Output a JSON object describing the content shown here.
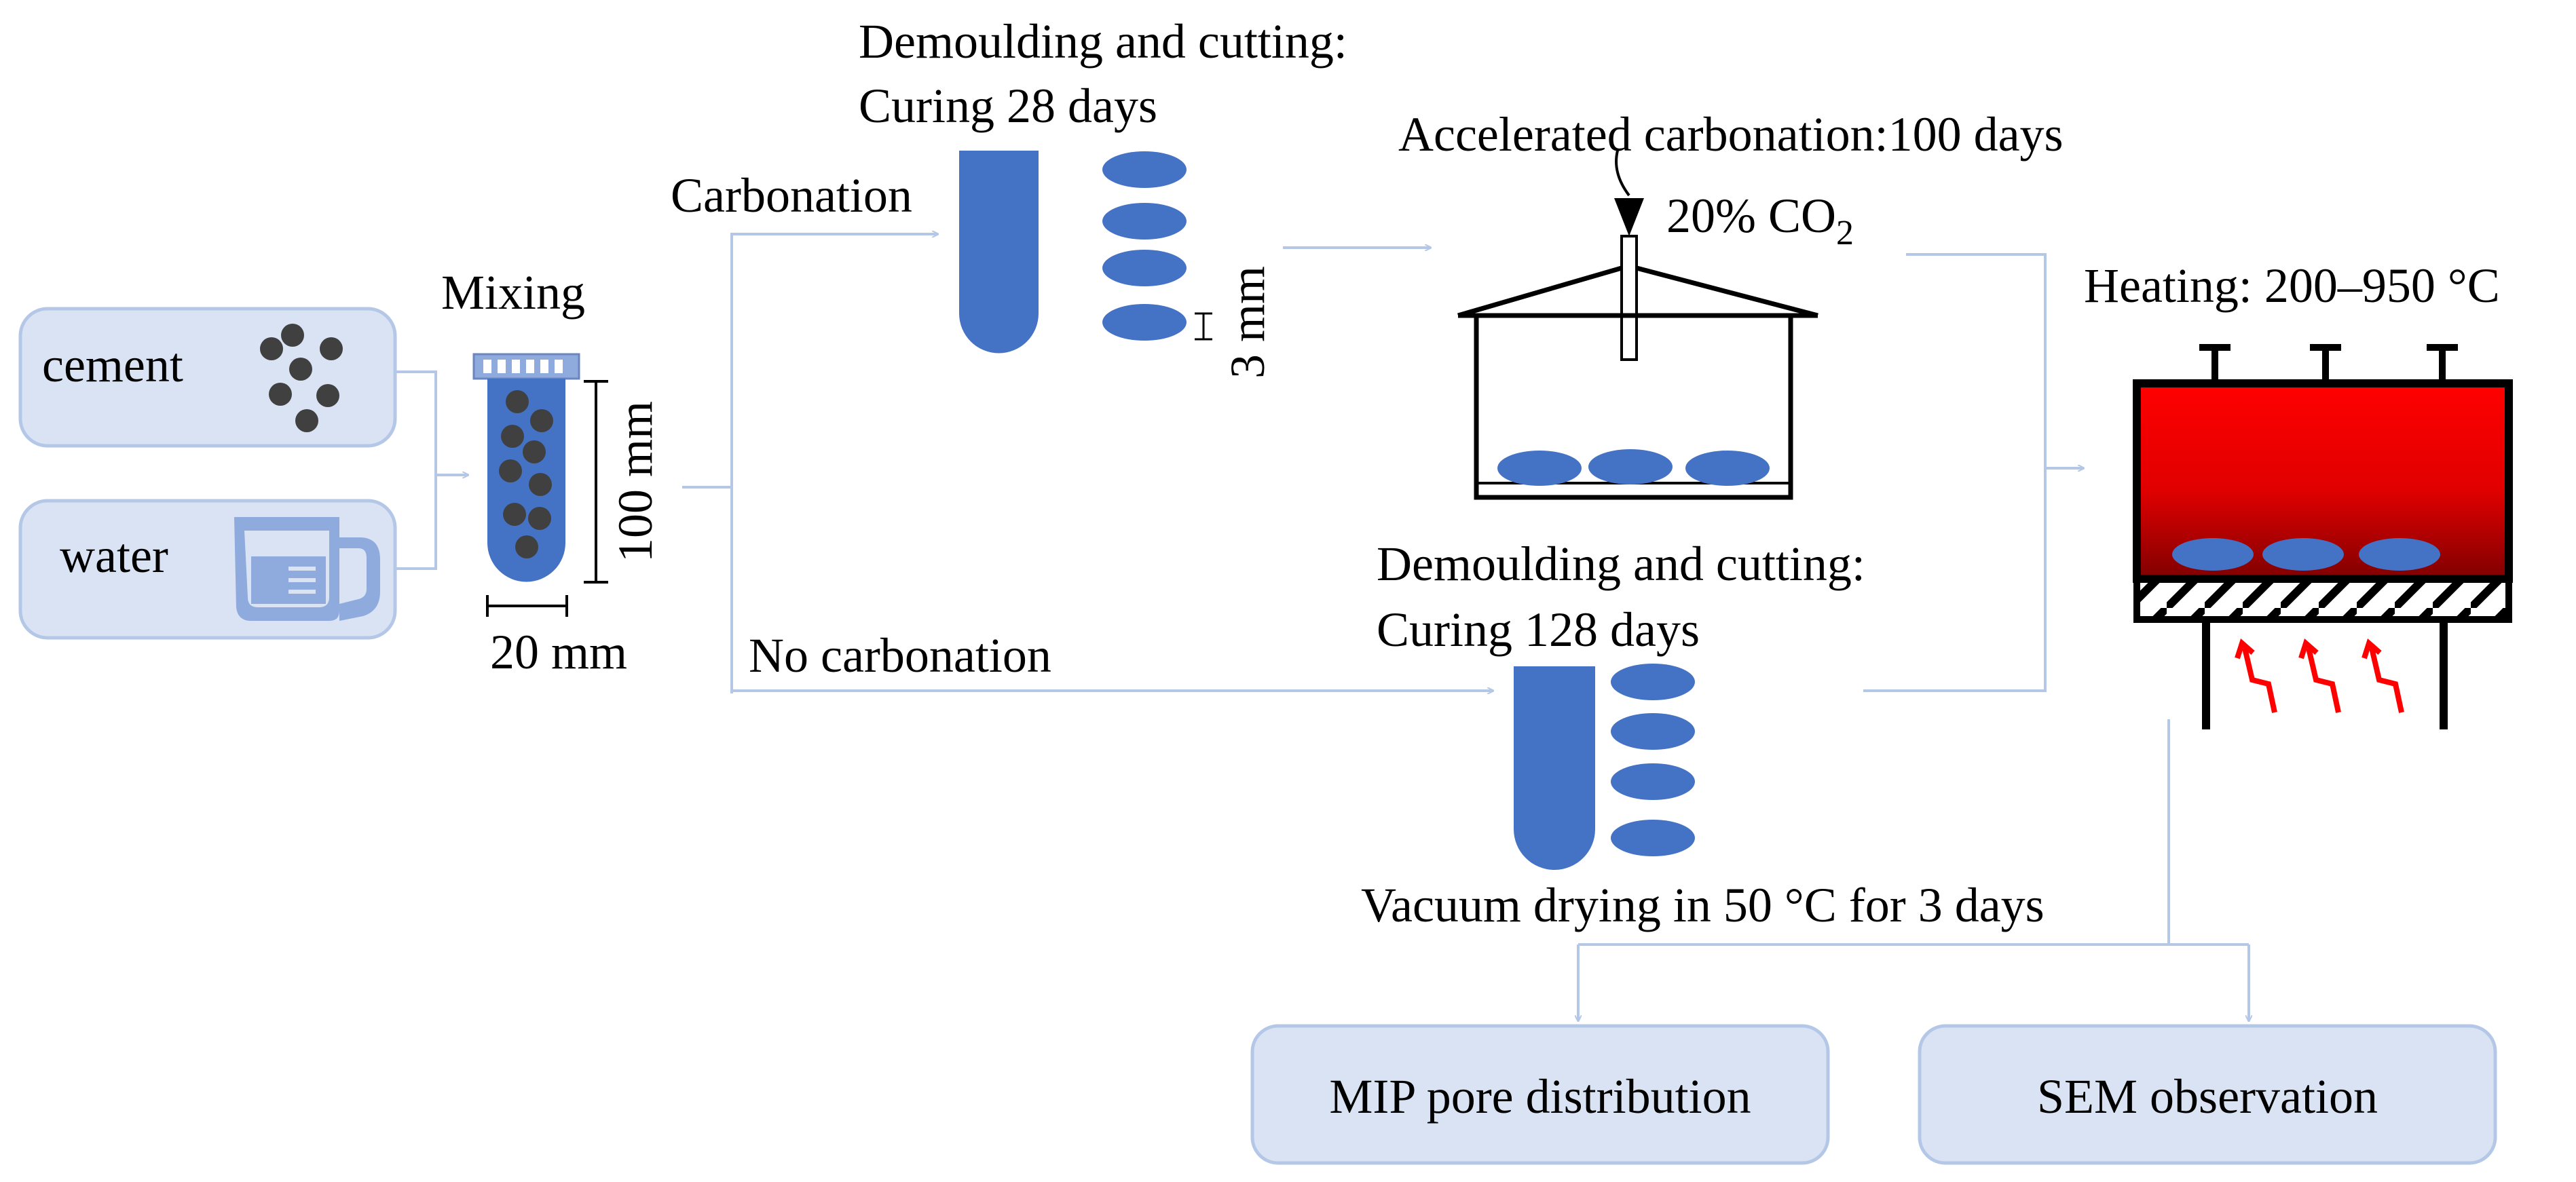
{
  "inputs": {
    "cement_label": "cement",
    "water_label": "water"
  },
  "mixing": {
    "title": "Mixing",
    "height_label": "100 mm",
    "width_label": "20 mm"
  },
  "branches": {
    "carbonation_label": "Carbonation",
    "no_carbonation_label": "No carbonation"
  },
  "carbonation_step": {
    "title_line1": "Demoulding and cutting:",
    "title_line2": "Curing 28 days",
    "slice_label": "3 mm"
  },
  "chamber": {
    "title": "Accelerated carbonation:100 days",
    "co2_prefix": "20% CO",
    "co2_subscript": "2"
  },
  "curing_step": {
    "title_line1": "Demoulding and cutting:",
    "title_line2": "Curing 128 days"
  },
  "heating": {
    "title": "Heating: 200–950 °C"
  },
  "drying": {
    "label": "Vacuum drying in 50 °C for 3 days"
  },
  "outputs": {
    "mip_label": "MIP pore distribution",
    "sem_label": "SEM observation"
  },
  "colors": {
    "box_fill": "#dae3f3",
    "box_stroke": "#b4c7e7",
    "specimen": "#4472c4",
    "connector": "#b4c7e7",
    "furnace_top": "#ff0000",
    "furnace_bottom": "#8b0000",
    "heat_arrow": "#ff0000"
  }
}
